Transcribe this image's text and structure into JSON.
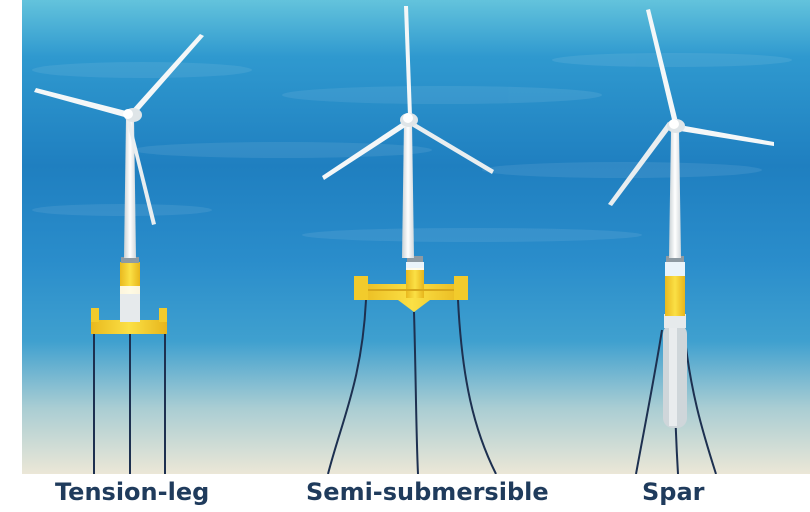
{
  "captions": {
    "tension_leg": "Tension-leg",
    "semi_submersible": "Semi-submersible",
    "spar": "Spar"
  },
  "colors": {
    "sky_top": "#5fc0dc",
    "sea_mid": "#1c7ec0",
    "sea_deep": "#2a8fcf",
    "seabed": "#e6e4d6",
    "platform_yellow": "#f6d233",
    "tower_white": "#eef2f4",
    "mooring_line": "#1d3050",
    "caption_text": "#1f3b5c"
  },
  "icons": [
    "wind-turbine-icon"
  ]
}
